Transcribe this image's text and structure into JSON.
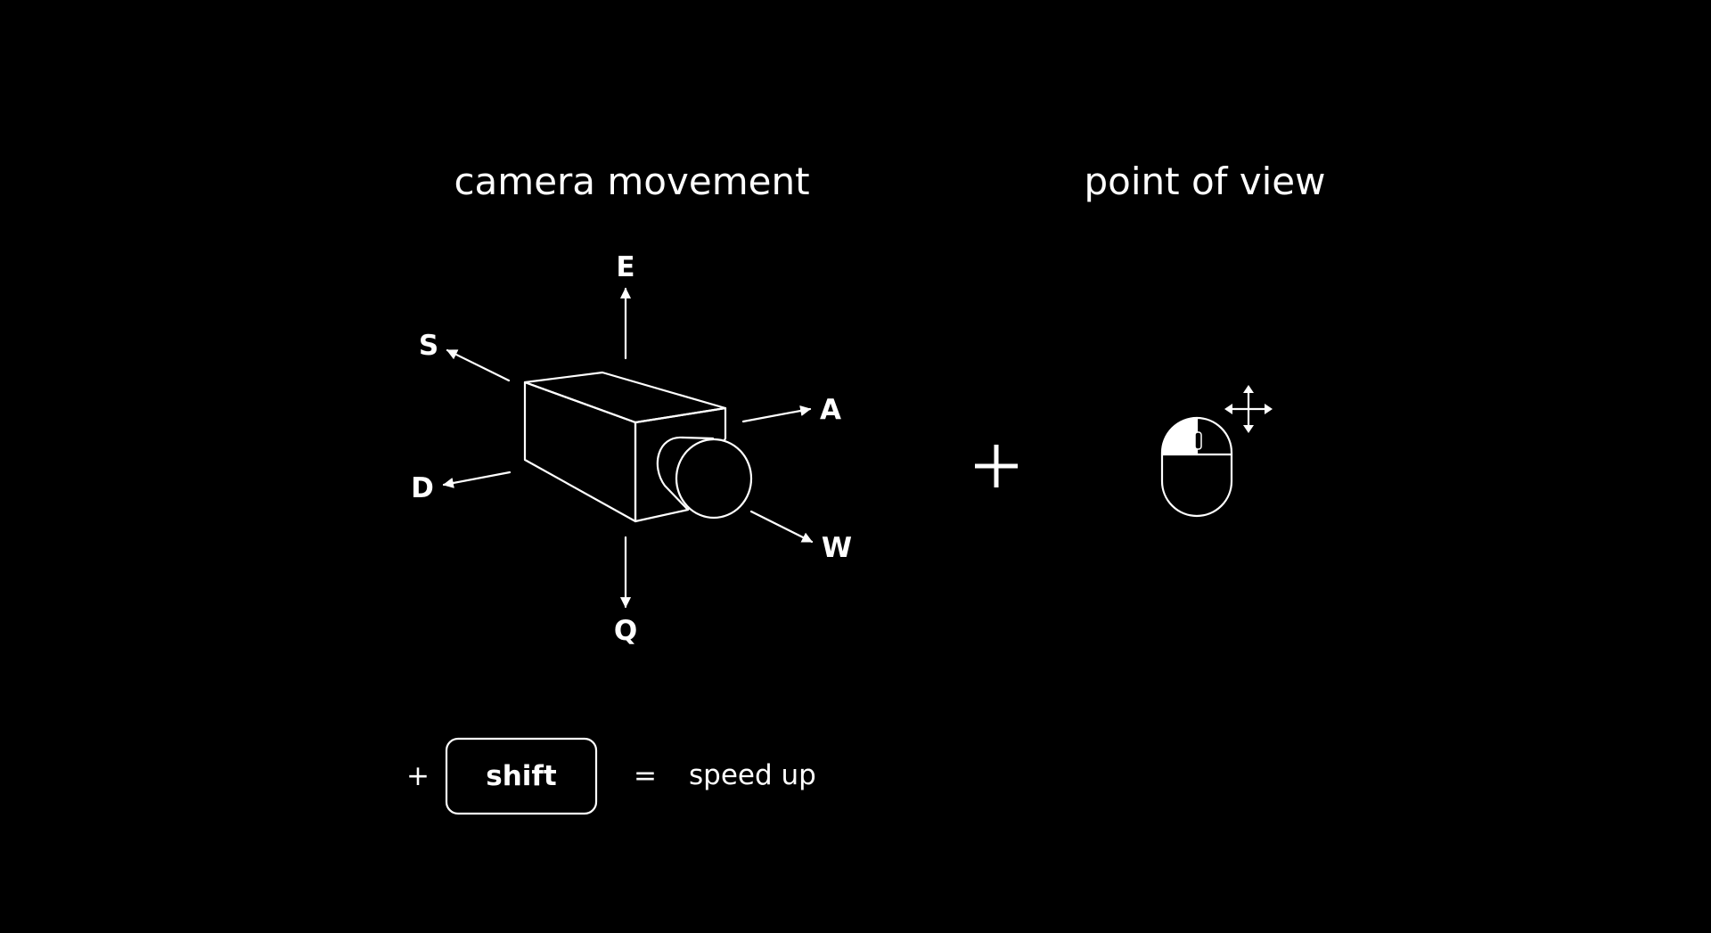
{
  "titles": {
    "camera_movement": "camera movement",
    "point_of_view": "point of view"
  },
  "keys": {
    "up": "E",
    "down": "Q",
    "left_back": "S",
    "left_front": "D",
    "right_back": "A",
    "right_front": "W"
  },
  "combine_symbol": "+",
  "modifier": {
    "plus": "+",
    "key": "shift",
    "equals": "=",
    "result": "speed up"
  },
  "icons": {
    "camera": "camera-icon",
    "mouse": "mouse-icon",
    "move": "move-arrows-icon"
  },
  "colors": {
    "background": "#000000",
    "foreground": "#ffffff"
  }
}
